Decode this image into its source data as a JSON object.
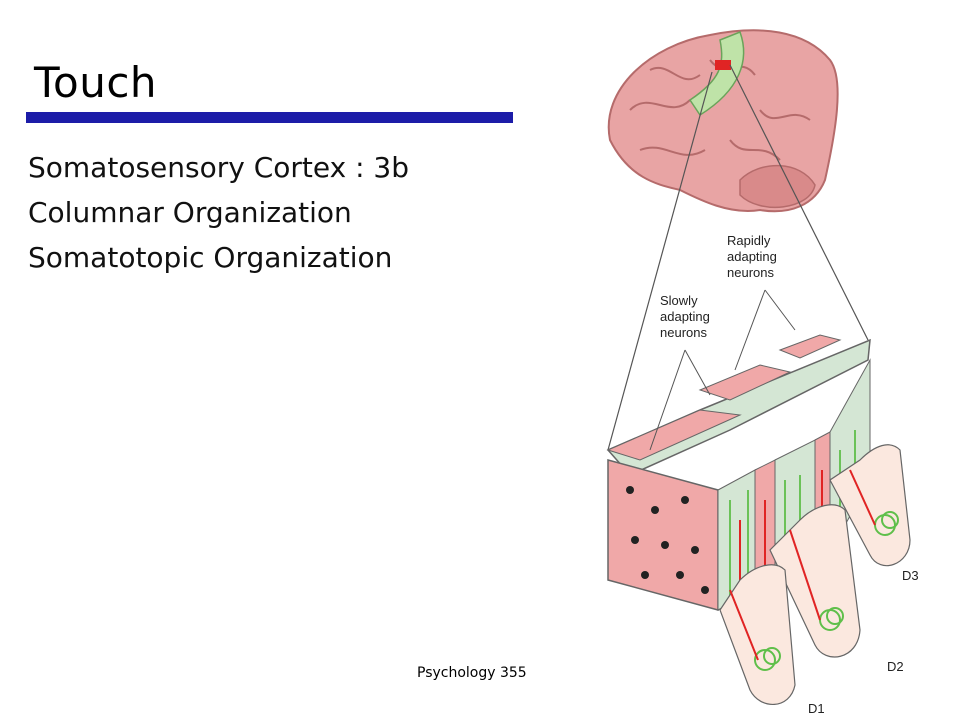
{
  "slide": {
    "title": "Touch",
    "bullets": [
      "Somatosensory Cortex : 3b",
      "Columnar Organization",
      "Somatotopic Organization"
    ],
    "footer": "Psychology 355"
  },
  "figure": {
    "labels": {
      "rapid_line1": "Rapidly",
      "rapid_line2": "adapting",
      "rapid_line3": "neurons",
      "slow_line1": "Slowly",
      "slow_line2": "adapting",
      "slow_line3": "neurons",
      "digit_d1": "D1",
      "digit_d2": "D2",
      "digit_d3": "D3"
    },
    "colors": {
      "slow_column": "#f0a8a8",
      "rapid_column": "#d4e6d4",
      "brain": "#e8a4a4",
      "accent_green": "#5fbf4a",
      "accent_red": "#e02424",
      "finger": "#fbe8df"
    }
  }
}
